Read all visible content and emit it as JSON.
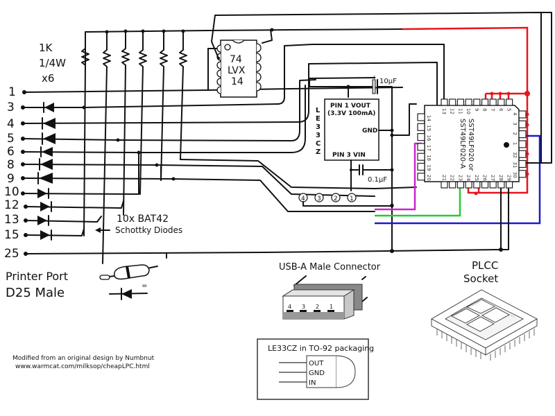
{
  "title": "LPC Flash Programmer Schematic (Printer Port to SST49LF020)",
  "resistors": {
    "value": "1K",
    "power": "1/4W",
    "count": "x6"
  },
  "printer_port": {
    "label_line1": "Printer Port",
    "label_line2": "D25 Male",
    "pins": [
      "1",
      "3",
      "4",
      "5",
      "6",
      "8",
      "9",
      "10",
      "12",
      "13",
      "15",
      "25"
    ]
  },
  "diodes": {
    "label_line1": "10x BAT42",
    "label_line2": "Schottky Diodes"
  },
  "buffer_ic": {
    "line1": "74",
    "line2": "LVX",
    "line3": "14"
  },
  "regulator": {
    "name_vertical": [
      "L",
      "E",
      "3",
      "3",
      "C",
      "Z"
    ],
    "pin1": "PIN 1 VOUT",
    "pin1_spec": "(3.3V 100mA)",
    "gnd": "GND",
    "pin3": "PIN 3 VIN",
    "cap_out": "10µF",
    "cap_in": "0.1µF",
    "cap_polarity": "+"
  },
  "usb_pins_circled": [
    "4",
    "3",
    "2",
    "1"
  ],
  "flash_chip": {
    "name_line1": "SST49LF020 or",
    "name_line2": "SST49LF020-A",
    "top_pins": [
      "13",
      "12",
      "11",
      "10",
      "9",
      "8",
      "7",
      "6",
      "5"
    ],
    "left_pins": [
      "14",
      "15",
      "16",
      "17",
      "18",
      "19",
      "20"
    ],
    "bottom_pins": [
      "21",
      "22",
      "23",
      "24",
      "25",
      "26",
      "27",
      "28",
      "29"
    ],
    "right_pins": [
      "4",
      "3",
      "2",
      "1",
      "32",
      "31",
      "30"
    ]
  },
  "usb_connector": {
    "title": "USB-A Male Connector",
    "pin_labels": [
      "4",
      "3",
      "2",
      "1"
    ]
  },
  "plcc_socket": {
    "title_line1": "PLCC",
    "title_line2": "Socket"
  },
  "to92": {
    "title": "LE33CZ in TO-92 packaging",
    "pins": [
      "OUT",
      "GND",
      "IN"
    ]
  },
  "credit": {
    "line1": "Modified from an original design by Numbnut",
    "line2": "www.warmcat.com/milksop/cheapLPC.html"
  },
  "colors": {
    "vcc_wire": "#e8141c",
    "blue_wire": "#1a1ac8",
    "green_wire": "#22cc33",
    "magenta_wire": "#cc22cc",
    "ink": "#111111"
  }
}
